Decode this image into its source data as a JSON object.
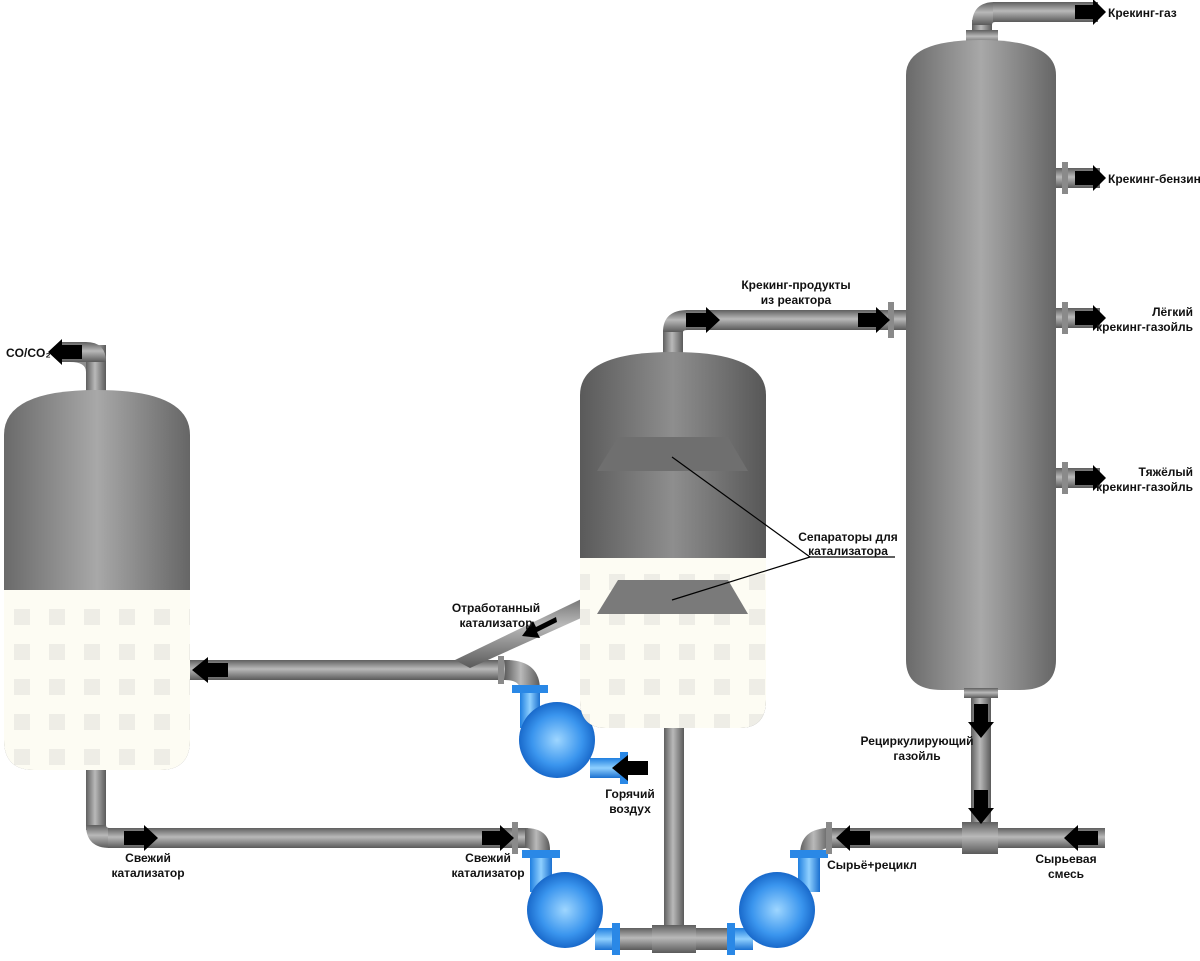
{
  "diagram": {
    "labels": {
      "co_co2": "CO/CO₂",
      "cracking_gas": "Крекинг-газ",
      "cracking_gasoline": "Крекинг-бензин",
      "light_gasoil_1": "Лёгкий",
      "light_gasoil_2": "крекинг-газойль",
      "heavy_gasoil_1": "Тяжёлый",
      "heavy_gasoil_2": "крекинг-газойль",
      "reactor_products_1": "Крекинг-продукты",
      "reactor_products_2": "из реактора",
      "separators_1": "Сепараторы для",
      "separators_2": "катализатора",
      "spent_catalyst_1": "Отработанный",
      "spent_catalyst_2": "катализатор",
      "hot_air_1": "Горячий",
      "hot_air_2": "воздух",
      "fresh_catalyst_left_1": "Свежий",
      "fresh_catalyst_left_2": "катализатор",
      "fresh_catalyst_mid_1": "Свежий",
      "fresh_catalyst_mid_2": "катализатор",
      "recycle_gasoil_1": "Рециркулирующий",
      "recycle_gasoil_2": "газойль",
      "feed_recycle": "Сырьё+рецикл",
      "feed_mix_1": "Сырьевая",
      "feed_mix_2": "смесь"
    }
  }
}
